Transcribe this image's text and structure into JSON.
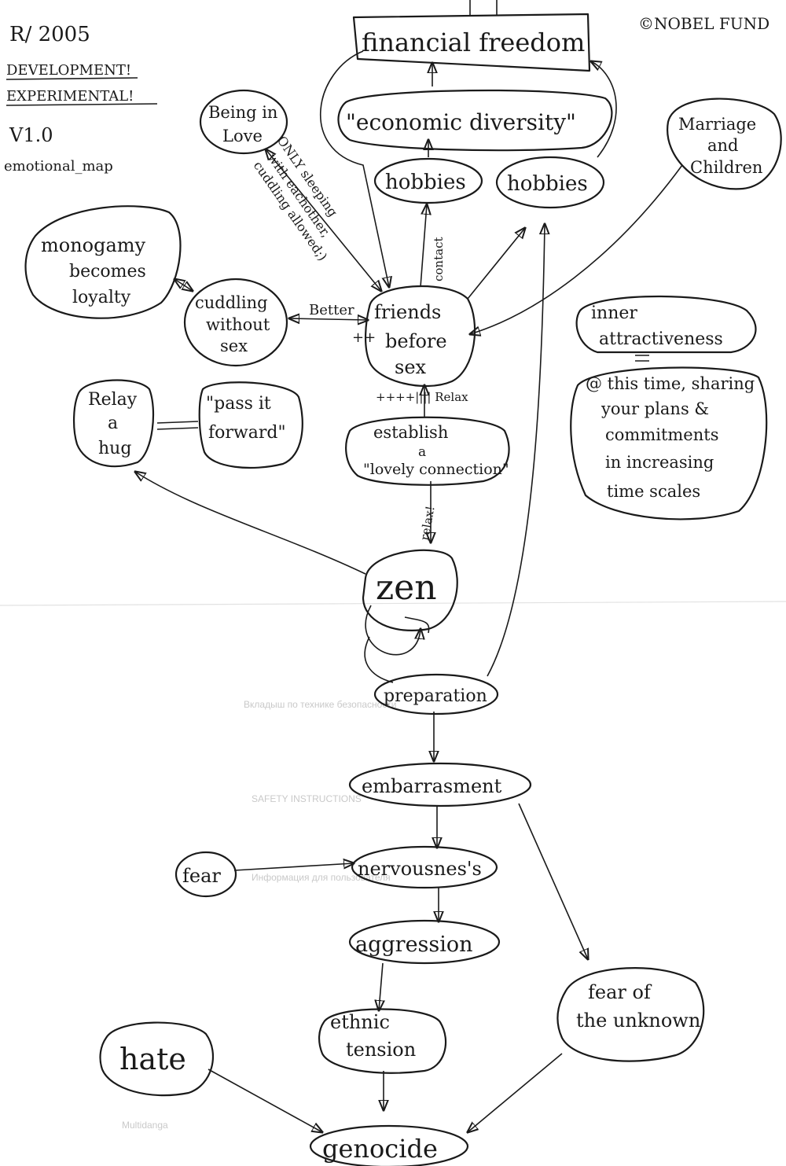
{
  "header": {
    "date": "R/ 2005",
    "status_line1": "DEVELOPMENT!",
    "status_line2": "EXPERIMENTAL!",
    "version": "V1.0",
    "map_name": "emotional_map",
    "copyright": "©NOBEL FUND"
  },
  "nodes": {
    "financial_freedom": "financial freedom",
    "economic_diversity": "\"economic diversity\"",
    "hobbies_left": "hobbies",
    "hobbies_right": "hobbies",
    "being_in_love": [
      "Being in",
      "Love"
    ],
    "marriage_children": [
      "Marriage",
      "and",
      "Children"
    ],
    "monogamy": [
      "monogamy",
      "becomes",
      "loyalty"
    ],
    "cuddling": [
      "cuddling",
      "without",
      "sex"
    ],
    "friends_before_sex": [
      "friends",
      "before",
      "sex"
    ],
    "inner_attractiveness": [
      "inner",
      "attractiveness"
    ],
    "sharing_plans": [
      "@ this time, sharing",
      "your plans &",
      "commitments",
      "in increasing",
      "time scales"
    ],
    "relay_hug": [
      "Relay",
      "a",
      "hug"
    ],
    "pass_it_forward": [
      "\"pass it",
      "forward\""
    ],
    "lovely_connection": [
      "establish",
      "a",
      "\"lovely connection\""
    ],
    "zen": "zen",
    "preparation": "preparation",
    "embarrassment": "embarrasment",
    "fear": "fear",
    "nervousness": "nervousnes's",
    "aggression": "aggression",
    "hate": "hate",
    "ethnic_tension": [
      "ethnic",
      "tension"
    ],
    "fear_of_unknown": [
      "fear of",
      "the unknown"
    ],
    "genocide": "genocide"
  },
  "edge_labels": {
    "only_sleeping": [
      "ONLY sleeping",
      "with eachother,",
      "cuddling allowed;)"
    ],
    "contact": "contact",
    "better": "Better",
    "plus_plus": "++",
    "relax_top": "++++|||| Relax",
    "relax_mid": "relax!",
    "equals_relay": "=",
    "equals_inner": "="
  },
  "ghost_text": [
    "Вкладыш по технике безопасности",
    "SAFETY INSTRUCTIONS",
    "Информация для пользователя",
    "Multidanga"
  ]
}
